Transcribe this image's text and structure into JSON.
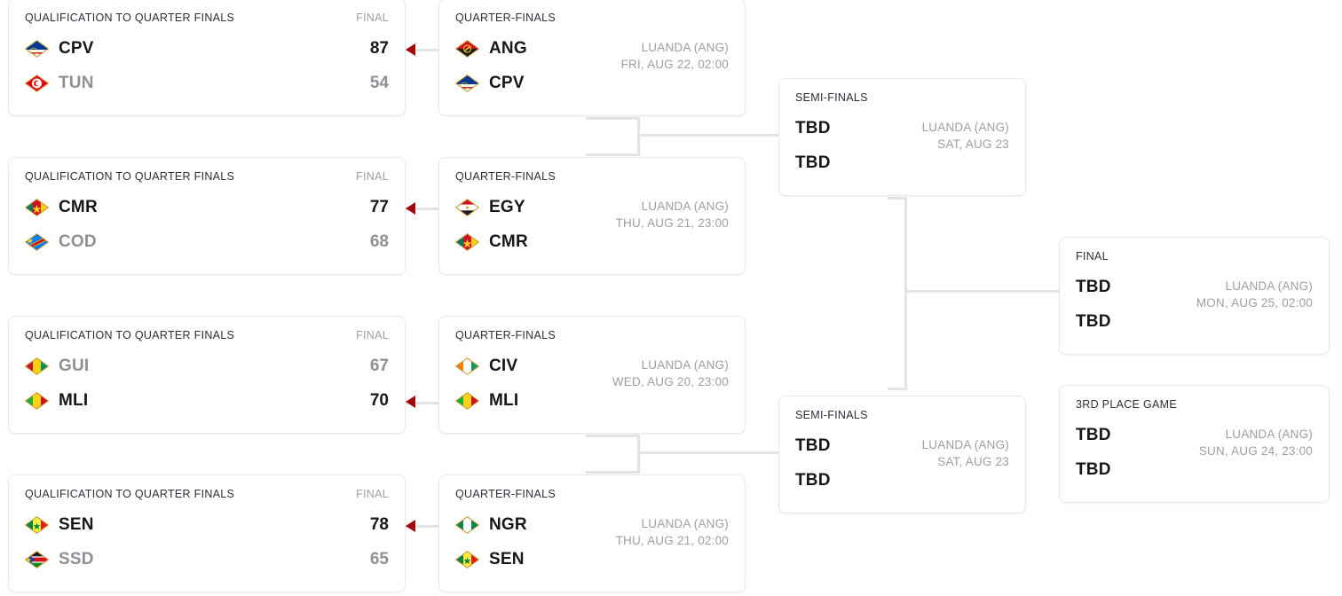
{
  "theme": {
    "background": "#ffffff",
    "card_border": "#e8e9ea",
    "connector": "#e3e4e6",
    "winner_arrow": "#a00a0a",
    "text_primary": "#15171a",
    "text_muted": "#8d9196",
    "label_muted": "#9aa0a6"
  },
  "labels": {
    "qualification": "QUALIFICATION TO QUARTER FINALS",
    "final_col": "FINAL",
    "quarter_finals": "QUARTER-FINALS",
    "semi_finals": "SEMI-FINALS",
    "final": "FINAL",
    "third_place": "3RD PLACE GAME",
    "tbd": "TBD"
  },
  "rounds": {
    "qualification": [
      {
        "title": "QUALIFICATION TO QUARTER FINALS",
        "status": "FINAL",
        "teams": [
          {
            "abbr": "CPV",
            "score": "87",
            "winner": true,
            "flag": "flag-cpv"
          },
          {
            "abbr": "TUN",
            "score": "54",
            "winner": false,
            "flag": "flag-tun"
          }
        ]
      },
      {
        "title": "QUALIFICATION TO QUARTER FINALS",
        "status": "FINAL",
        "teams": [
          {
            "abbr": "CMR",
            "score": "77",
            "winner": true,
            "flag": "flag-cmr"
          },
          {
            "abbr": "COD",
            "score": "68",
            "winner": false,
            "flag": "flag-cod"
          }
        ]
      },
      {
        "title": "QUALIFICATION TO QUARTER FINALS",
        "status": "FINAL",
        "teams": [
          {
            "abbr": "GUI",
            "score": "67",
            "winner": false,
            "flag": "flag-gui"
          },
          {
            "abbr": "MLI",
            "score": "70",
            "winner": true,
            "flag": "flag-mli"
          }
        ]
      },
      {
        "title": "QUALIFICATION TO QUARTER FINALS",
        "status": "FINAL",
        "teams": [
          {
            "abbr": "SEN",
            "score": "78",
            "winner": true,
            "flag": "flag-sen"
          },
          {
            "abbr": "SSD",
            "score": "65",
            "winner": false,
            "flag": "flag-ssd"
          }
        ]
      }
    ],
    "quarter_finals": [
      {
        "title": "QUARTER-FINALS",
        "venue": "LUANDA (ANG)",
        "datetime": "FRI, AUG 22, 02:00",
        "teams": [
          {
            "abbr": "ANG",
            "flag": "flag-ang"
          },
          {
            "abbr": "CPV",
            "flag": "flag-cpv"
          }
        ]
      },
      {
        "title": "QUARTER-FINALS",
        "venue": "LUANDA (ANG)",
        "datetime": "THU, AUG 21, 23:00",
        "teams": [
          {
            "abbr": "EGY",
            "flag": "flag-egy"
          },
          {
            "abbr": "CMR",
            "flag": "flag-cmr"
          }
        ]
      },
      {
        "title": "QUARTER-FINALS",
        "venue": "LUANDA (ANG)",
        "datetime": "WED, AUG 20, 23:00",
        "teams": [
          {
            "abbr": "CIV",
            "flag": "flag-civ"
          },
          {
            "abbr": "MLI",
            "flag": "flag-mli"
          }
        ]
      },
      {
        "title": "QUARTER-FINALS",
        "venue": "LUANDA (ANG)",
        "datetime": "THU, AUG 21, 02:00",
        "teams": [
          {
            "abbr": "NGR",
            "flag": "flag-ngr"
          },
          {
            "abbr": "SEN",
            "flag": "flag-sen"
          }
        ]
      }
    ],
    "semi_finals": [
      {
        "title": "SEMI-FINALS",
        "venue": "LUANDA (ANG)",
        "datetime": "SAT, AUG 23",
        "teams": [
          {
            "abbr": "TBD"
          },
          {
            "abbr": "TBD"
          }
        ]
      },
      {
        "title": "SEMI-FINALS",
        "venue": "LUANDA (ANG)",
        "datetime": "SAT, AUG 23",
        "teams": [
          {
            "abbr": "TBD"
          },
          {
            "abbr": "TBD"
          }
        ]
      }
    ],
    "final": {
      "title": "FINAL",
      "venue": "LUANDA (ANG)",
      "datetime": "MON, AUG 25, 02:00",
      "teams": [
        {
          "abbr": "TBD"
        },
        {
          "abbr": "TBD"
        }
      ]
    },
    "third_place": {
      "title": "3RD PLACE GAME",
      "venue": "LUANDA (ANG)",
      "datetime": "SUN, AUG 24, 23:00",
      "teams": [
        {
          "abbr": "TBD"
        },
        {
          "abbr": "TBD"
        }
      ]
    }
  }
}
